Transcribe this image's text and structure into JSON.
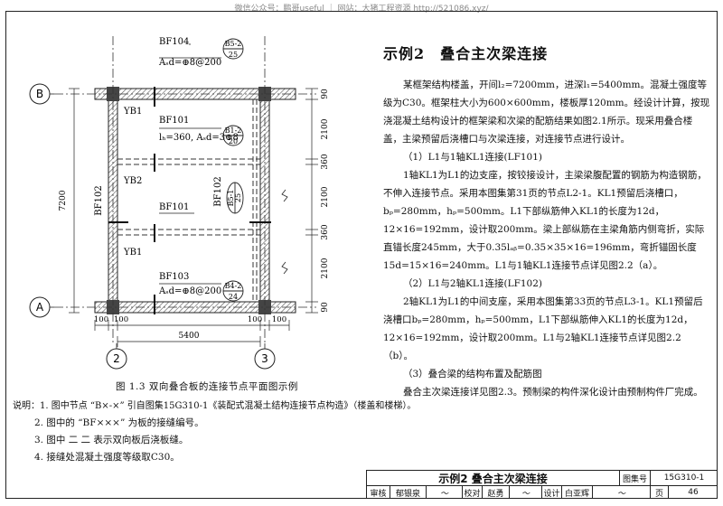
{
  "header_watermark": "微信公众号：鹏哥useful ｜ 网站：大猪工程资源 http://521086.xyz/",
  "section_title": "示例2　叠合主次梁连接",
  "body": {
    "intro": "某框架结构楼盖，开间l₂=7200mm，进深l₁=5400mm。混凝土强度等级为C30。框架柱大小为600×600mm，楼板厚120mm。经设计计算，按现浇混凝土结构设计的框架梁和次梁的配筋结果如图2.1所示。现采用叠合楼盖，主梁预留后浇槽口与次梁连接，对连接节点进行设计。",
    "item1_title": "（1）L1与1轴KL1连接(LF101)",
    "item1_text": "1轴KL1为L1的边支座，按铰接设计，主梁梁腹配置的钢筋为构造钢筋，不伸入连接节点。采用本图集第31页的节点L2-1。KL1预留后浇槽口，bₚ=280mm，hₚ=500mm。L1下部纵筋伸入KL1的长度为12d，12×16=192mm，设计取200mm。梁上部纵筋在主梁角筋内侧弯折，实际直锚长度245mm，大于0.35lₐᵦ=0.35×35×16=196mm，弯折锚固长度15d=15×16=240mm。L1与1轴KL1连接节点详见图2.2（a）。",
    "item2_title": "（2）L1与2轴KL1连接(LF102)",
    "item2_text": "2轴KL1为L1的中间支座，采用本图集第33页的节点L3-1。KL1预留后浇槽口bₚ=280mm，hₚ=500mm，L1下部纵筋伸入KL1的长度为12d，12×16=192mm，设计取200mm。L1与2轴KL1连接节点详见图2.2（b）。",
    "item3_title": "（3）叠合梁的结构布置及配筋图",
    "item3_text": "叠合主次梁连接详见图2.3。预制梁的构件深化设计由预制构件厂完成。"
  },
  "figure": {
    "caption": "图 1.3  双向叠合板的连接节点平面图示例",
    "axes": {
      "B": "B",
      "A": "A",
      "col2": "2",
      "col3": "3"
    },
    "labels": {
      "bf104": "BF104",
      "bf104_rebar": "Aₛd=⊕8@200",
      "b52_top": "B5-2",
      "b52_bot": "25",
      "bf101a": "BF101",
      "bf101a_rebar": "lₕ=360, Aₛd=3⊕8",
      "b12_top": "B1-2",
      "b12_bot": "20",
      "bf101b": "BF101",
      "bf103": "BF103",
      "bf103_rebar": "Aₛd=⊕8@200",
      "b42_top": "B4-2",
      "b42_bot": "24",
      "yb1_top": "YB1",
      "yb2": "YB2",
      "yb1_bot": "YB1",
      "bf102_left": "BF102",
      "bf102_right": "BF102",
      "b51_top": "B5-1",
      "b51_bot": "25"
    },
    "dims_right": [
      "90",
      "2100",
      "360",
      "2100",
      "360",
      "2100",
      "90"
    ],
    "dim_left": "7200",
    "dims_bottom": [
      "100",
      "100",
      "100",
      "100"
    ],
    "dim_bottom_total": "5400"
  },
  "notes": {
    "title": "说明：1. 图中节点 “B×-×” 引自图集15G310-1《装配式混凝土结构连接节点构造》（楼盖和楼梯）。",
    "n1b": "混凝土结构连接节点构造》（楼盖和楼梯）。",
    "n2": "2. 图中的 “BF×××” 为板的接缝编号。",
    "n3": "3. 图中 二 二  表示双向板后浇板缝。",
    "n4": "4. 接缝处混凝土强度等级取C30。"
  },
  "titleblock": {
    "title": "示例2  叠合主次梁连接",
    "atlas_label": "图集号",
    "atlas_no": "15G310-1",
    "review_label": "审核",
    "review_name": "郁银泉",
    "check_label": "校对",
    "check_name": "赵勇",
    "design_label": "设计",
    "design_name": "白亚辉",
    "page_label": "页",
    "page_no": "46"
  }
}
